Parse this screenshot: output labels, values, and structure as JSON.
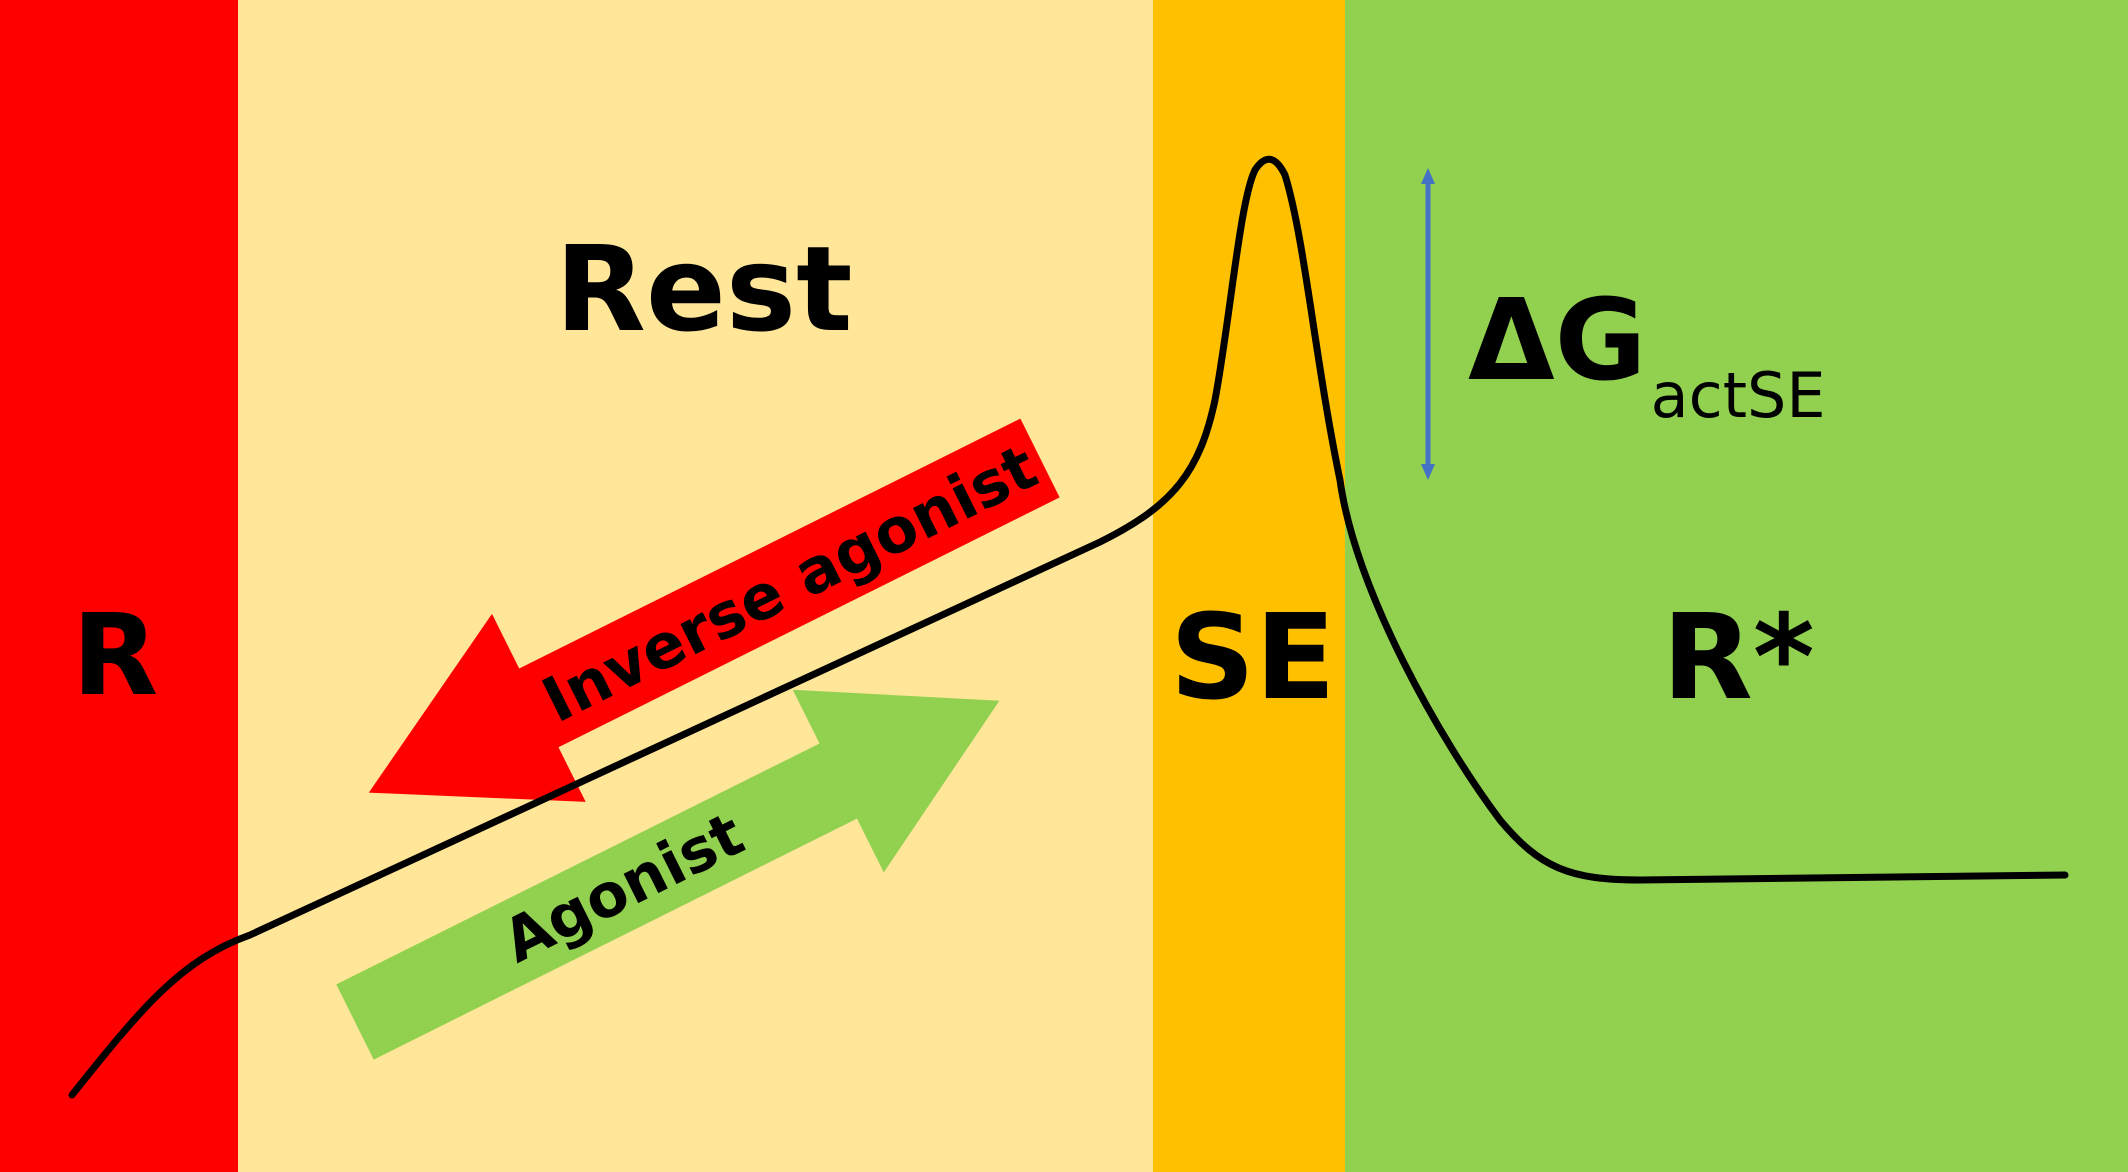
{
  "regions": {
    "r": {
      "label": "R",
      "color": "#ff0000"
    },
    "rest": {
      "label": "Rest",
      "color": "#ffe699"
    },
    "se": {
      "label": "SE",
      "color": "#ffc000"
    },
    "rstar": {
      "label": "R*",
      "color": "#92d050"
    }
  },
  "barrier": {
    "symbol": "ΔG",
    "subscript": "actSE",
    "color": "#4472c4"
  },
  "arrows": {
    "inverse_agonist": {
      "label": "Inverse agonist",
      "color": "#ff0000"
    },
    "agonist": {
      "label": "Agonist",
      "color": "#92d050"
    }
  },
  "curve": {
    "color": "#000000"
  }
}
